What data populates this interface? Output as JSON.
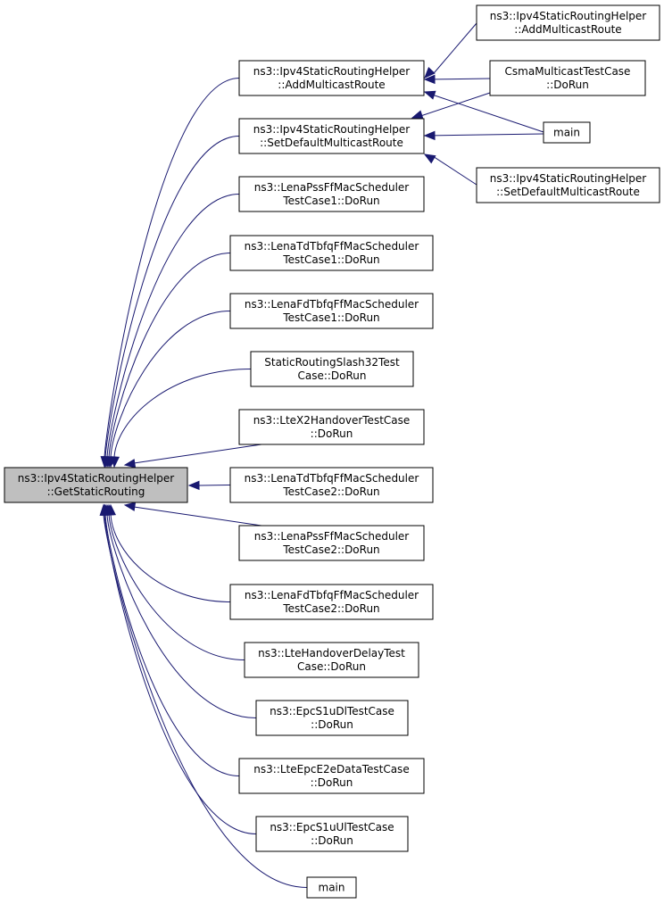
{
  "graph": {
    "root": {
      "line1": "ns3::Ipv4StaticRoutingHelper",
      "line2": "::GetStaticRouting"
    },
    "callers": [
      {
        "line1": "ns3::Ipv4StaticRoutingHelper",
        "line2": "::AddMulticastRoute"
      },
      {
        "line1": "ns3::Ipv4StaticRoutingHelper",
        "line2": "::SetDefaultMulticastRoute"
      },
      {
        "line1": "ns3::LenaPssFfMacScheduler",
        "line2": "TestCase1::DoRun"
      },
      {
        "line1": "ns3::LenaTdTbfqFfMacScheduler",
        "line2": "TestCase1::DoRun"
      },
      {
        "line1": "ns3::LenaFdTbfqFfMacScheduler",
        "line2": "TestCase1::DoRun"
      },
      {
        "line1": "StaticRoutingSlash32Test",
        "line2": "Case::DoRun"
      },
      {
        "line1": "ns3::LteX2HandoverTestCase",
        "line2": "::DoRun"
      },
      {
        "line1": "ns3::LenaTdTbfqFfMacScheduler",
        "line2": "TestCase2::DoRun"
      },
      {
        "line1": "ns3::LenaPssFfMacScheduler",
        "line2": "TestCase2::DoRun"
      },
      {
        "line1": "ns3::LenaFdTbfqFfMacScheduler",
        "line2": "TestCase2::DoRun"
      },
      {
        "line1": "ns3::LteHandoverDelayTest",
        "line2": "Case::DoRun"
      },
      {
        "line1": "ns3::EpcS1uDlTestCase",
        "line2": "::DoRun"
      },
      {
        "line1": "ns3::LteEpcE2eDataTestCase",
        "line2": "::DoRun"
      },
      {
        "line1": "ns3::EpcS1uUlTestCase",
        "line2": "::DoRun"
      },
      {
        "line1": "main",
        "line2": ""
      }
    ],
    "second_level": [
      {
        "line1": "ns3::Ipv4StaticRoutingHelper",
        "line2": "::AddMulticastRoute"
      },
      {
        "line1": "CsmaMulticastTestCase",
        "line2": "::DoRun"
      },
      {
        "line1": "main",
        "line2": ""
      },
      {
        "line1": "ns3::Ipv4StaticRoutingHelper",
        "line2": "::SetDefaultMulticastRoute"
      }
    ]
  }
}
